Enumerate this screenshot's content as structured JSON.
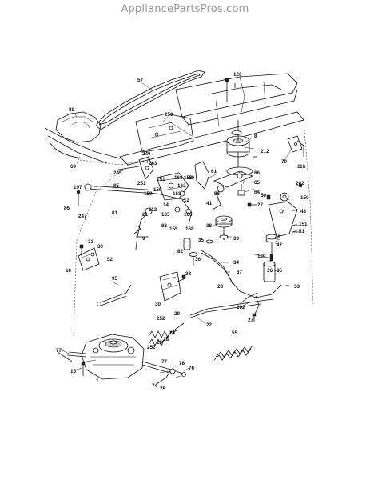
{
  "watermark": "AppliancePartsPros.com",
  "labels": {
    "l57": "57",
    "l120a": "120",
    "l89": "89",
    "l250": "250",
    "l8": "8",
    "l212": "212",
    "l70": "70",
    "l116": "116",
    "l69": "69",
    "l246": "246",
    "l263": "263",
    "l245": "245",
    "l59": "59",
    "l61": "61",
    "l66": "66",
    "l65": "65",
    "l202": "202",
    "l197": "197",
    "l85": "85",
    "l151a": "151",
    "l168a": "168",
    "l158": "158",
    "l162": "162",
    "l56": "56",
    "l64": "64",
    "l251": "251",
    "l169": "169",
    "l163": "163",
    "l50": "50",
    "l150": "150",
    "l86": "86",
    "l247": "247",
    "l81": "81",
    "l159": "159",
    "l41": "41",
    "l12": "12",
    "l14": "14",
    "l27a": "27",
    "l48": "48",
    "l112": "112",
    "l21": "21",
    "l165": "165",
    "l166": "166",
    "l38": "38",
    "l39": "39",
    "l151b": "151",
    "l51": "51",
    "l82a": "82",
    "l155": "155",
    "l168b": "168",
    "l49": "49",
    "l47": "47",
    "l9": "9",
    "l32a": "32",
    "l30a": "30",
    "l35a": "35",
    "l82b": "82",
    "l36a": "36",
    "l120b": "120",
    "l52": "52",
    "l16": "16",
    "l34": "34",
    "l37": "37",
    "l36b": "36",
    "l35b": "35",
    "l95": "95",
    "l28": "28",
    "l53": "53",
    "l30b": "30",
    "l32b": "32",
    "l262": "262",
    "l29": "29",
    "l22": "22",
    "l27b": "27",
    "l252a": "252",
    "l24": "24",
    "l18": "18",
    "l25": "25",
    "l55": "55",
    "l252b": "252",
    "l77a": "77",
    "l1": "1",
    "l77b": "77",
    "l78": "78",
    "l76": "76",
    "l15": "15",
    "l74": "74",
    "l75": "75"
  }
}
